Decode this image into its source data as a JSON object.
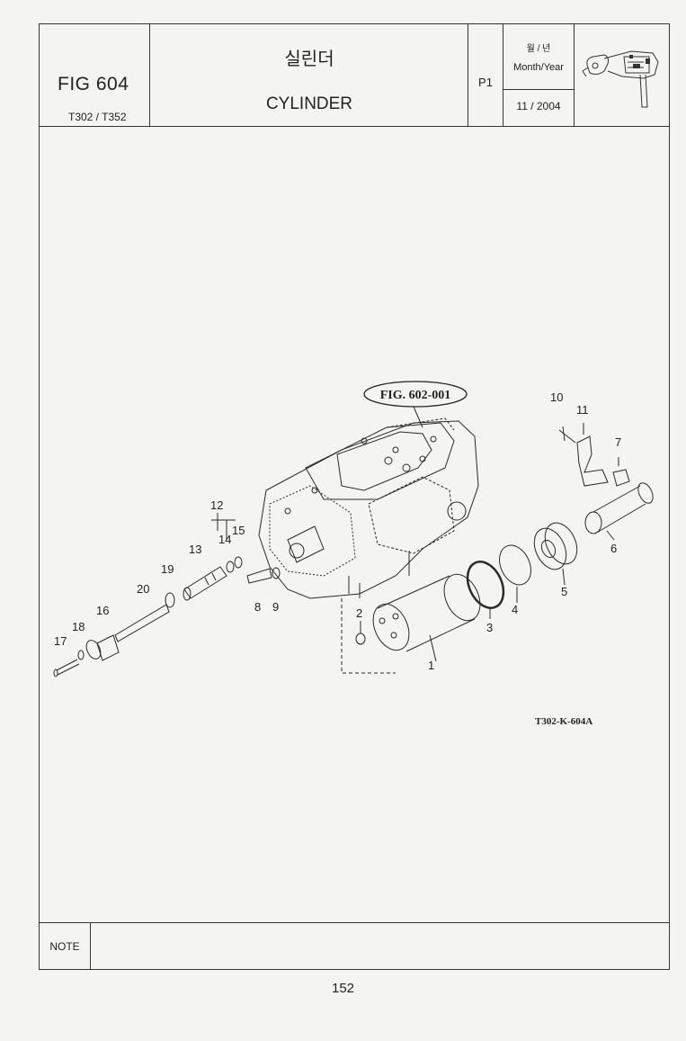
{
  "header": {
    "figure_number": "FIG 604",
    "models": "T302 / T352",
    "title_korean": "실린더",
    "title_english": "CYLINDER",
    "page_code": "P1",
    "month_year_korean": "월 / 년",
    "month_year_english": "Month/Year",
    "date": "11 / 2004",
    "thumbnail_icon": "tractor-hitch-thumbnail-icon"
  },
  "diagram": {
    "figure_reference": "FIG. 602-001",
    "drawing_code": "T302-K-604A",
    "callouts": [
      "1",
      "2",
      "3",
      "4",
      "5",
      "6",
      "7",
      "8",
      "9",
      "10",
      "11",
      "12",
      "13",
      "14",
      "15",
      "16",
      "17",
      "18",
      "19",
      "20"
    ]
  },
  "note": {
    "label": "NOTE",
    "text": ""
  },
  "footer": {
    "page_number": "152"
  }
}
